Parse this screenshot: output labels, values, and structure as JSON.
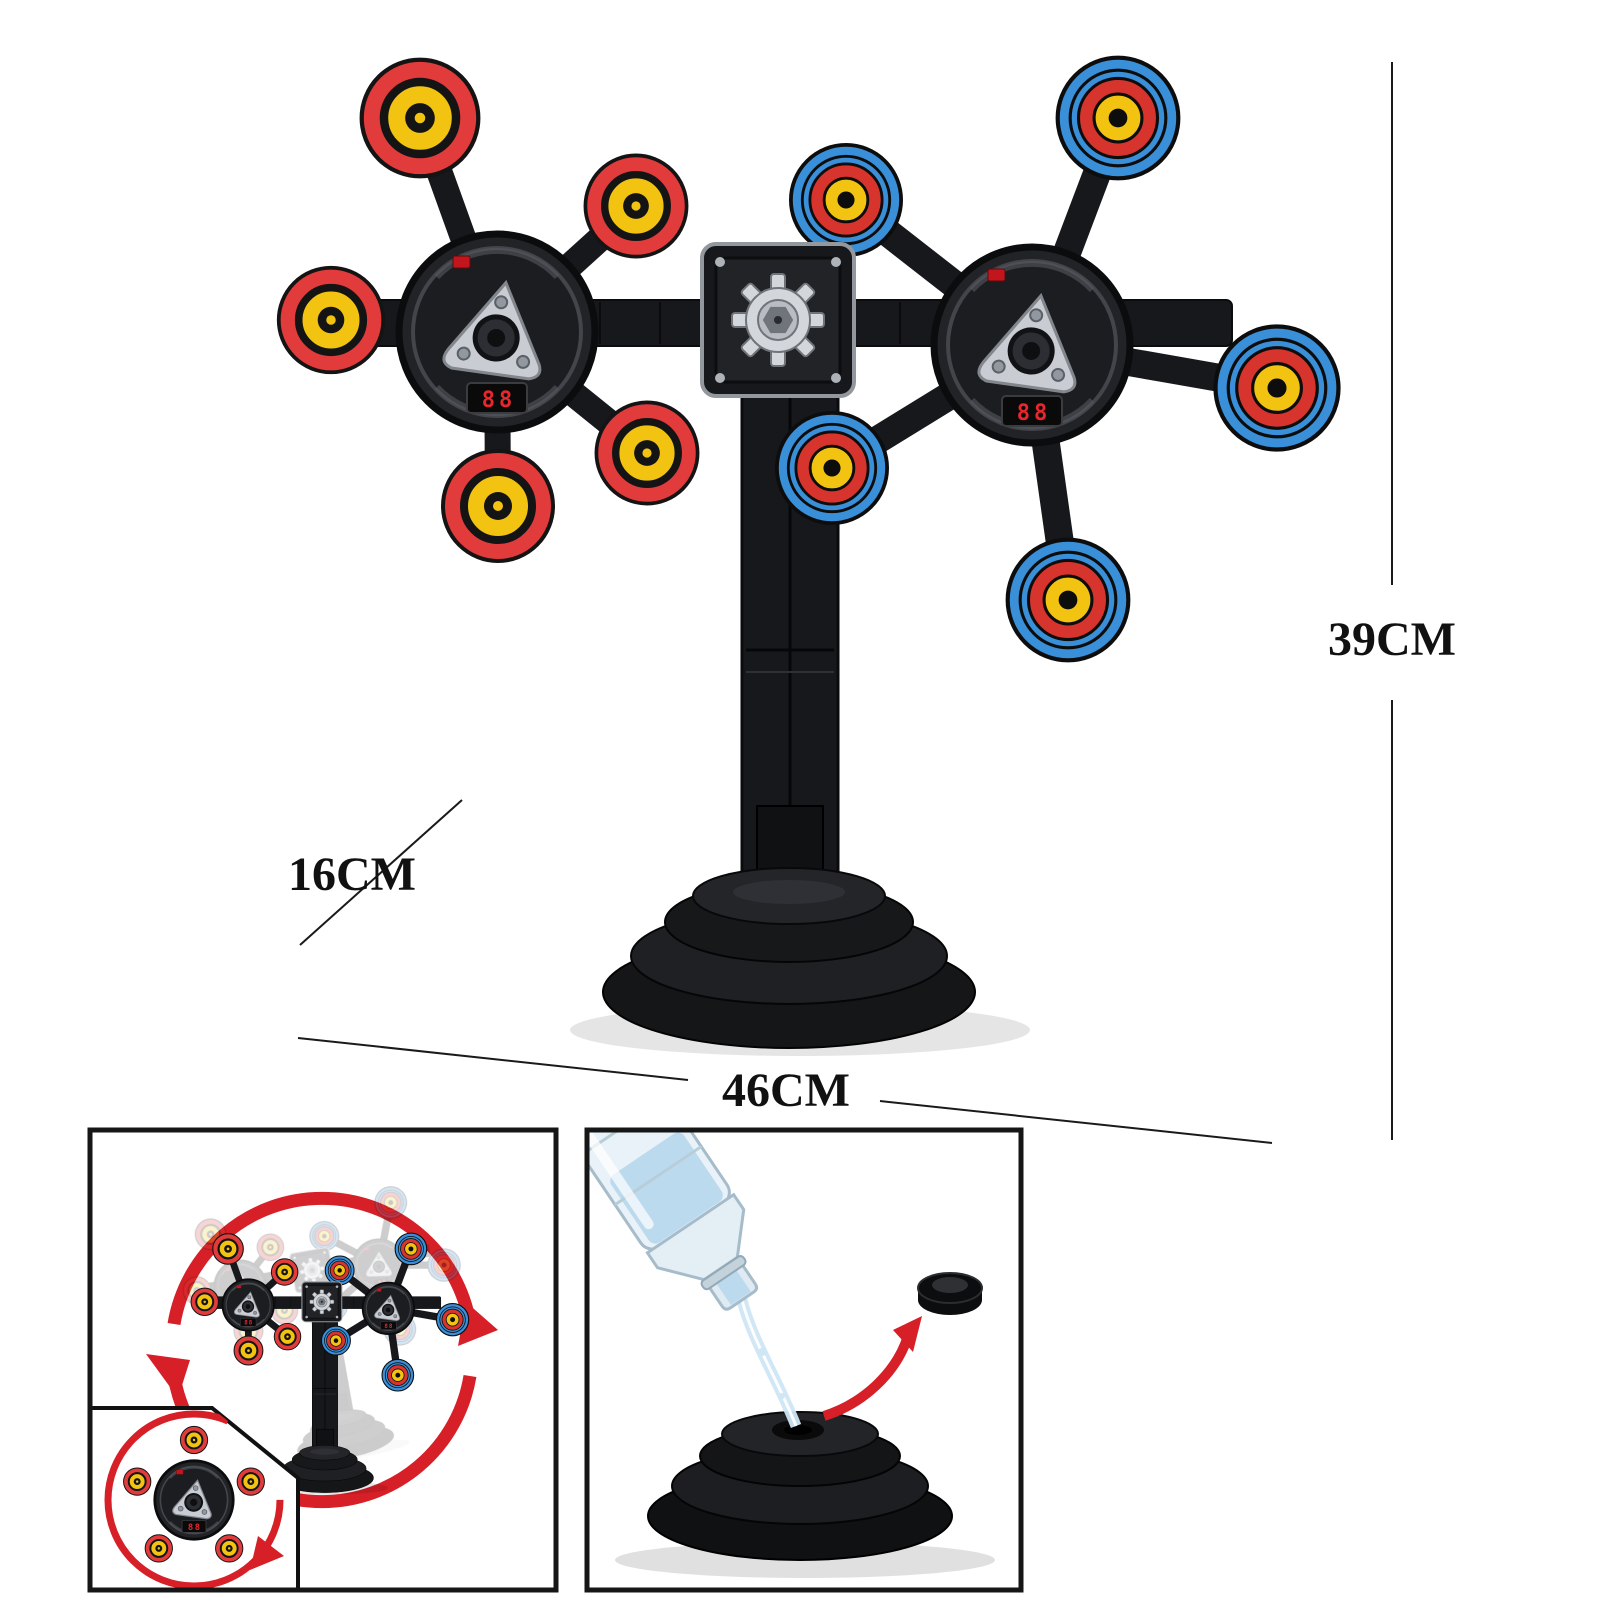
{
  "image": {
    "type": "product-dimension-photo",
    "background": "#ffffff"
  },
  "dimensions": {
    "height_label": "39CM",
    "depth_label": "16CM",
    "width_label": "46CM"
  },
  "product": {
    "led_display": "88",
    "colors": {
      "chassis": "#17181b",
      "left_target_outer": "#e23b3b",
      "left_target_ring": "#f2c411",
      "right_target_outer": "#3a8fd9",
      "right_target_ring": "#d8342e",
      "right_target_center": "#f2c411",
      "arrow_red": "#d61f26",
      "led_red": "#c3161c"
    }
  },
  "insets": {
    "rotation_demo": {
      "icon": "rotation-arrows-icon"
    },
    "water_fill_demo": {
      "bottle_icon": "water-bottle-icon",
      "plug_icon": "rubber-plug-icon"
    }
  }
}
